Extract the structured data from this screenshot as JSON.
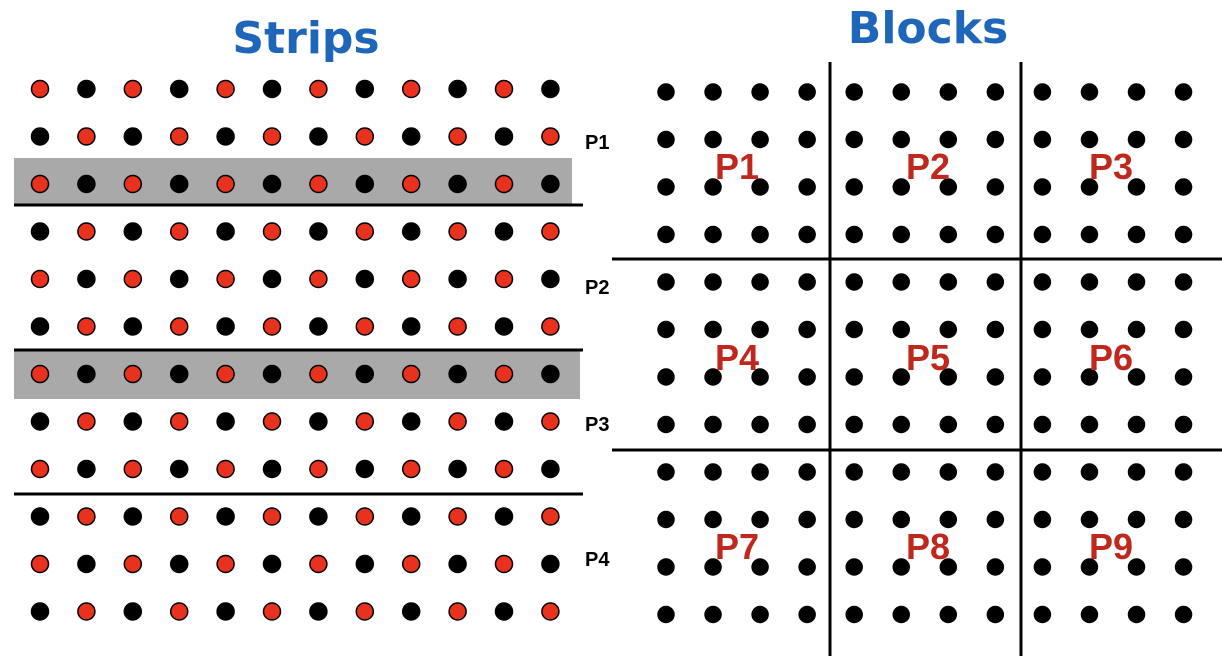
{
  "strips": {
    "title": "Strips",
    "labels": [
      "P1",
      "P2",
      "P3",
      "P4"
    ],
    "grid": {
      "rows": 12,
      "cols": 12,
      "coloring": "checkerboard red/black"
    },
    "ghost_rows": [
      3,
      7
    ],
    "colors": {
      "red": "#e8321e",
      "black": "#000000",
      "ghost": "#a9a9a9"
    }
  },
  "blocks": {
    "title": "Blocks",
    "labels": [
      "P1",
      "P2",
      "P3",
      "P4",
      "P5",
      "P6",
      "P7",
      "P8",
      "P9"
    ],
    "grid": {
      "rows": 12,
      "cols": 12,
      "block_size": 4
    }
  }
}
